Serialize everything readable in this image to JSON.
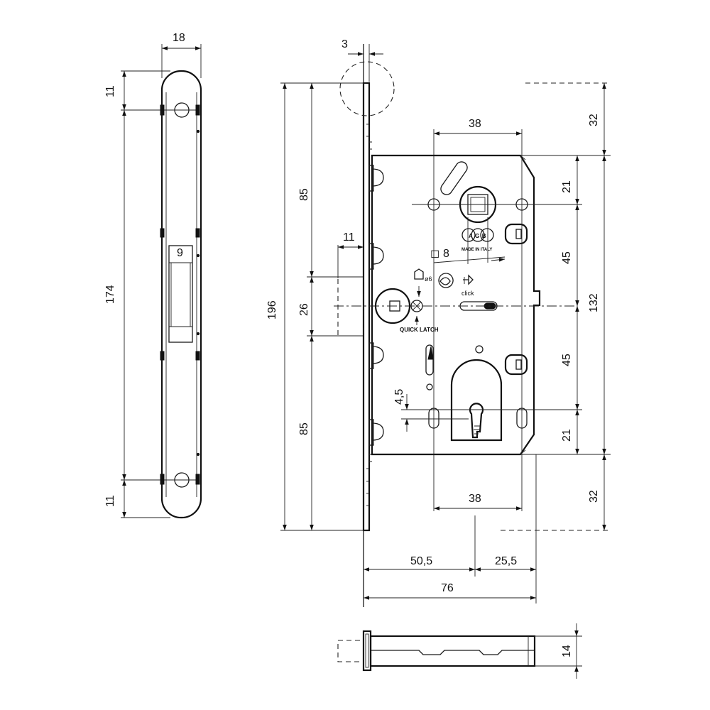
{
  "faceplate_dims": {
    "width": "18",
    "top_hole": "11",
    "hole_spacing": "174",
    "bottom_hole": "11",
    "latch_width": "9"
  },
  "body_dims": {
    "plate_thickness": "3",
    "total_height": "196",
    "upper_85": "85",
    "latch_26": "26",
    "lower_85": "85",
    "latch_projection": "11",
    "top_hole_spacing": "38",
    "bottom_hole_spacing": "38",
    "spindle_square": "8",
    "spindle_square_symbol": "◻",
    "latch_pin": "ø6",
    "key_offset": "4,5",
    "backset": "50,5",
    "rear_distance": "25,5",
    "overall_depth": "76",
    "right_32_top": "32",
    "right_21_top": "21",
    "right_45_top": "45",
    "right_45_bottom": "45",
    "right_21_bottom": "21",
    "right_32_bottom": "32",
    "right_132": "132",
    "body_thickness": "14"
  },
  "labels": {
    "brand": "AGB",
    "made_in": "MADE IN ITALY",
    "quick_latch": "QUICK LATCH",
    "click": "click"
  }
}
